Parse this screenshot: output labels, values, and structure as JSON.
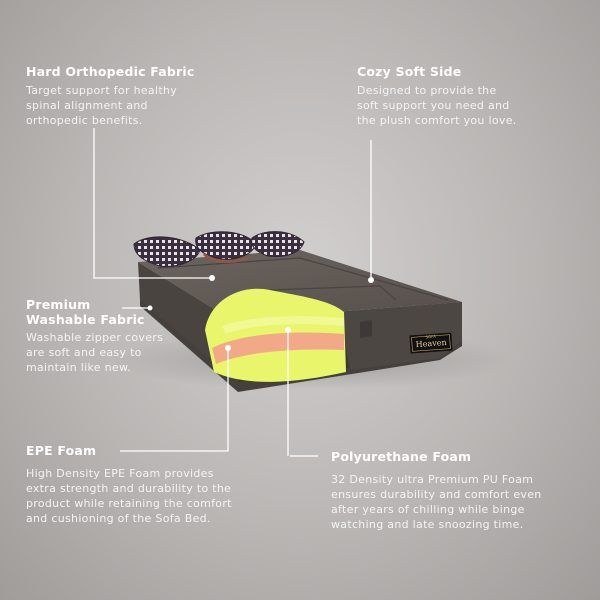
{
  "colors": {
    "background": "#b9b6b4",
    "sofa_fabric": "#5e5753",
    "foam_yellow": "#e9f56a",
    "foam_peach": "#f2a988",
    "callout_line": "#ffffff"
  },
  "brand": {
    "top": "SOFA",
    "name": "Heaven"
  },
  "callouts": {
    "hard_orthopedic": {
      "title": "Hard Orthopedic Fabric",
      "lines": [
        "Target support for healthy",
        "spinal alignment and",
        "orthopedic benefits."
      ]
    },
    "cozy_soft_side": {
      "title": "Cozy Soft Side",
      "lines": [
        "Designed to provide the",
        "soft support you need and",
        "the plush  comfort you love."
      ]
    },
    "premium_washable": {
      "title_lines": [
        "Premium",
        "Washable Fabric"
      ],
      "lines": [
        "Washable zipper covers",
        "are soft and easy to",
        "maintain like new."
      ]
    },
    "epe_foam": {
      "title": "EPE Foam",
      "lines": [
        "High Density EPE Foam provides",
        "extra strength and durability to the",
        "product while retaining the comfort",
        "and cushioning of the Sofa Bed."
      ]
    },
    "pu_foam": {
      "title": "Polyurethane Foam",
      "lines": [
        "32 Density ultra Premium PU Foam",
        "ensures durability and comfort even",
        "after years of chilling while binge",
        "watching and late snoozing time."
      ]
    }
  }
}
